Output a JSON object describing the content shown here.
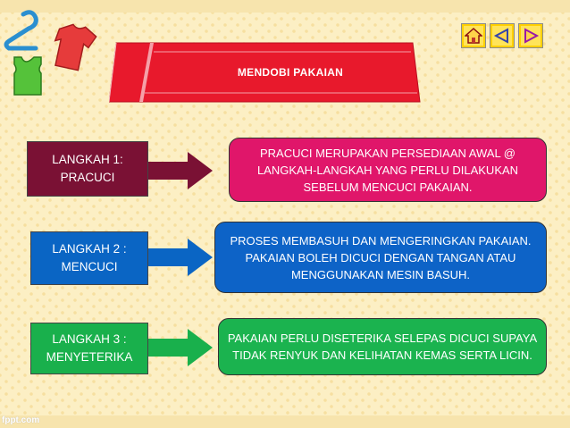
{
  "title": "MENDOBI PAKAIAN",
  "steps": [
    {
      "label": "LANGKAH 1:\nPRACUCI",
      "description": "PRACUCI MERUPAKAN PERSEDIAAN AWAL @ LANGKAH-LANGKAH YANG PERLU DILAKUKAN SEBELUM MENCUCI PAKAIAN.",
      "color": "#7a1134",
      "desc_color": "#e0166a"
    },
    {
      "label": "LANGKAH 2 :\nMENCUCI",
      "description": "PROSES MEMBASUH DAN MENGERINGKAN PAKAIAN. PAKAIAN BOLEH DICUCI DENGAN TANGAN ATAU MENGGUNAKAN MESIN BASUH.",
      "color": "#0a65c4",
      "desc_color": "#0d63c7"
    },
    {
      "label": "LANGKAH 3 :\nMENYETERIKA",
      "description": "PAKAIAN PERLU DISETERIKA SELEPAS DICUCI SUPAYA TIDAK RENYUK DAN KELIHATAN KEMAS SERTA LICIN.",
      "color": "#19b04c",
      "desc_color": "#1bb34f"
    }
  ],
  "nav": {
    "home_icon": "home-icon",
    "prev_icon": "triangle-left-icon",
    "next_icon": "triangle-right-icon"
  },
  "footer": "fppt.com"
}
